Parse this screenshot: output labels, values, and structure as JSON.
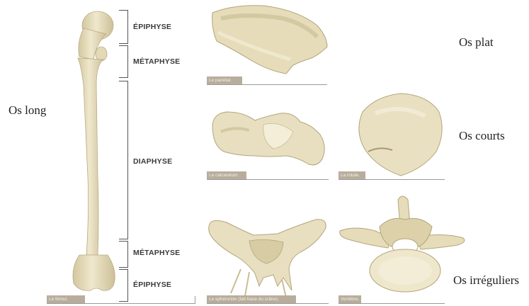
{
  "categories": {
    "long": "Os long",
    "flat": "Os plat",
    "short": "Os courts",
    "irregular": "Os irréguliers"
  },
  "femur_sections": [
    "ÉPIPHYSE",
    "MÉTAPHYSE",
    "DIAPHYSE",
    "MÉTAPHYSE",
    "ÉPIPHYSE"
  ],
  "captions": {
    "femur": "Le fémur.",
    "parietal": "Le pariétal.",
    "calcaneus": "Le calcanéum.",
    "patella": "La rotule.",
    "sphenoid": "Le sphénoïde (fait base du crâne).",
    "vertebra": "Vertèbre."
  },
  "colors": {
    "bone": "#ece4c8",
    "bone_shadow": "#c9bd95",
    "caption_bg": "#b8ad9c"
  }
}
